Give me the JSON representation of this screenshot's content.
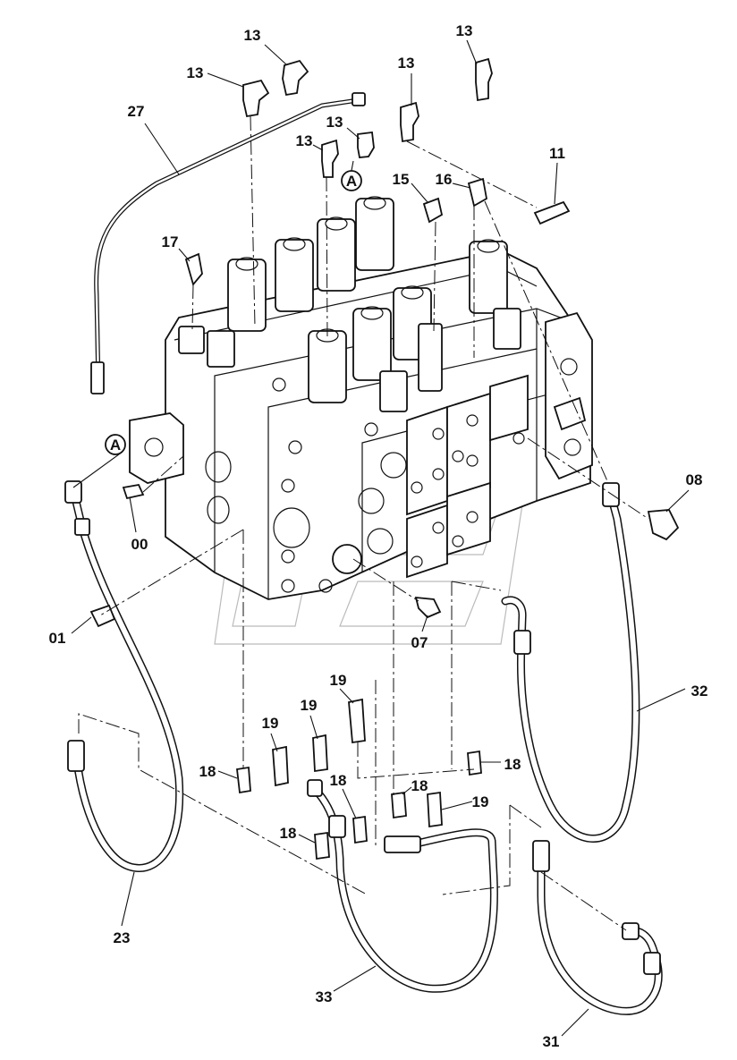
{
  "diagram": {
    "labels": {
      "p13a": "13",
      "p13b": "13",
      "p13c": "13",
      "p13d": "13",
      "p13e": "13",
      "p13f": "13",
      "p27": "27",
      "p11": "11",
      "p15": "15",
      "p16": "16",
      "p17": "17",
      "pA1": "A",
      "pA2": "A",
      "p08": "08",
      "p00": "00",
      "p01": "01",
      "p07": "07",
      "p32": "32",
      "p19a": "19",
      "p19b": "19",
      "p19c": "19",
      "p19d": "19",
      "p18a": "18",
      "p18b": "18",
      "p18c": "18",
      "p18d": "18",
      "p18e": "18",
      "p23": "23",
      "p33": "33",
      "p31": "31"
    }
  }
}
